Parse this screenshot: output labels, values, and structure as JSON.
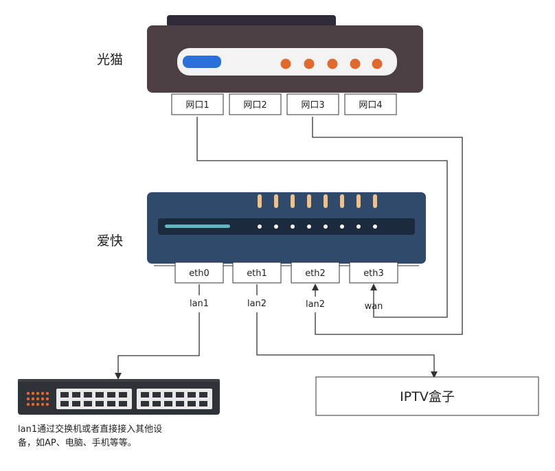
{
  "devices": {
    "modem": {
      "name": "光猫",
      "ports": [
        "网口1",
        "网口2",
        "网口3",
        "网口4"
      ]
    },
    "router": {
      "name": "爱快",
      "ports": [
        "eth0",
        "eth1",
        "eth2",
        "eth3"
      ]
    },
    "iptv": {
      "name": "IPTV盒子"
    }
  },
  "links": {
    "lan1": "lan1",
    "lan2_eth1": "lan2",
    "lan2_eth2": "lan2",
    "wan": "wan"
  },
  "note": {
    "line1": "lan1通过交换机或者直接接入其他设",
    "line2": "备，如AP、电脑、手机等等。"
  },
  "colors": {
    "modem_body": "#4b3f44",
    "modem_top": "#2e2a38",
    "modem_panel": "#f3f3f3",
    "modem_blue_led": "#2b6fd8",
    "modem_orange_led": "#e06a2e",
    "router_body": "#2f4a6b",
    "router_panel": "#1b2b3d",
    "router_antenna": "#f2c185",
    "router_bar": "#5fb8bf",
    "switch_body": "#2f3236",
    "switch_led": "#e8672c",
    "line": "#333333"
  }
}
